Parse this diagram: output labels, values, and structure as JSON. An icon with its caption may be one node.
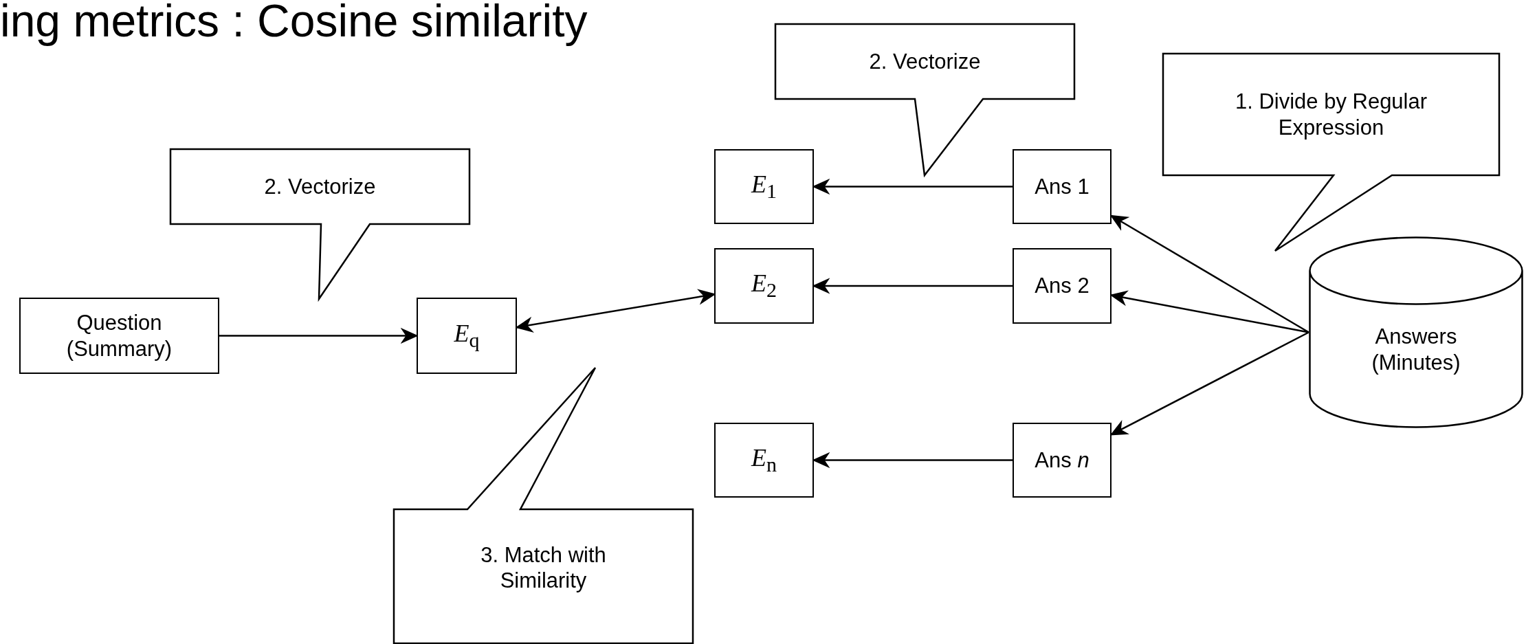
{
  "diagram": {
    "title": "ing metrics : Cosine similarity",
    "nodes": [
      {
        "text": [
          "2. Vectorize"
        ]
      },
      {
        "text": [
          "1. Divide by Regular Expression"
        ]
      },
      {
        "text": [
          "2. Vectorize"
        ]
      },
      {
        "text": [
          "Question (Summary)"
        ]
      },
      {
        "text": [
          "*E*$_{q}$"
        ]
      },
      {
        "text": [
          "*E*$_{1}$"
        ]
      },
      {
        "text": [
          "*E*$_{2}$"
        ]
      },
      {
        "text": [
          "*E*$_{n}$"
        ]
      },
      {
        "text": [
          "Ans 1"
        ]
      },
      {
        "text": [
          "Ans 2"
        ]
      },
      {
        "text": [
          "Ans *n*"
        ]
      },
      {
        "text": [
          "Answers (Minutes)"
        ]
      },
      {
        "text": [
          "3. Match with Similarity"
        ]
      }
    ],
    "edges": [
      {
        "from": 3,
        "to": 4,
        "arrow": "to"
      },
      {
        "from": 4,
        "to": 6,
        "arrow": "both"
      },
      {
        "from": 8,
        "to": 5,
        "arrow": "to"
      },
      {
        "from": 9,
        "to": 6,
        "arrow": "to"
      },
      {
        "from": 10,
        "to": 7,
        "arrow": "to"
      },
      {
        "from": 11,
        "to": 8,
        "arrow": "to"
      },
      {
        "from": 11,
        "to": 9,
        "arrow": "to"
      },
      {
        "from": 11,
        "to": 10,
        "arrow": "to"
      }
    ]
  }
}
